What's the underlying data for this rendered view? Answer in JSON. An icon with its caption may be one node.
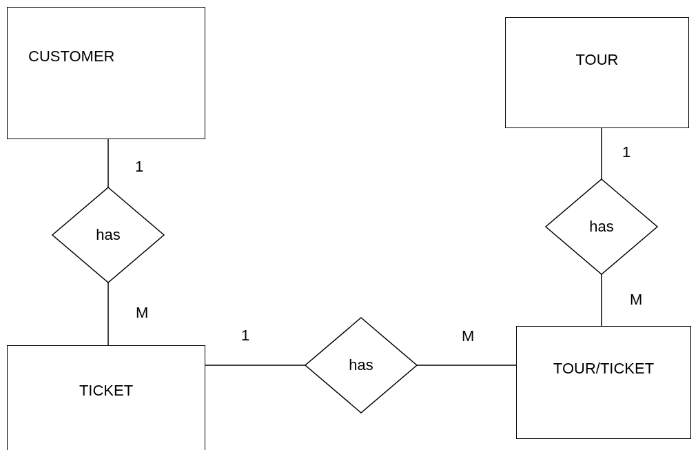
{
  "diagram": {
    "nodes": [
      {
        "text": [
          "CUSTOMER"
        ]
      },
      {
        "text": [
          "has"
        ]
      },
      {
        "text": [
          "TICKET"
        ]
      },
      {
        "text": [
          "has"
        ]
      },
      {
        "text": [
          "TOUR"
        ]
      },
      {
        "text": [
          "has"
        ]
      },
      {
        "text": [
          "TOUR/TICKET"
        ]
      }
    ],
    "edges": [
      {
        "from": 0,
        "to": 1,
        "arrow": "none"
      },
      {
        "from": 1,
        "to": 2,
        "arrow": "none"
      },
      {
        "from": 2,
        "to": 3,
        "arrow": "none"
      },
      {
        "from": 3,
        "to": 6,
        "arrow": "none"
      },
      {
        "from": 4,
        "to": 5,
        "arrow": "none"
      },
      {
        "from": 5,
        "to": 6,
        "arrow": "none"
      }
    ],
    "labels": [
      "1",
      "1",
      "M",
      "M",
      "1",
      "M"
    ]
  }
}
